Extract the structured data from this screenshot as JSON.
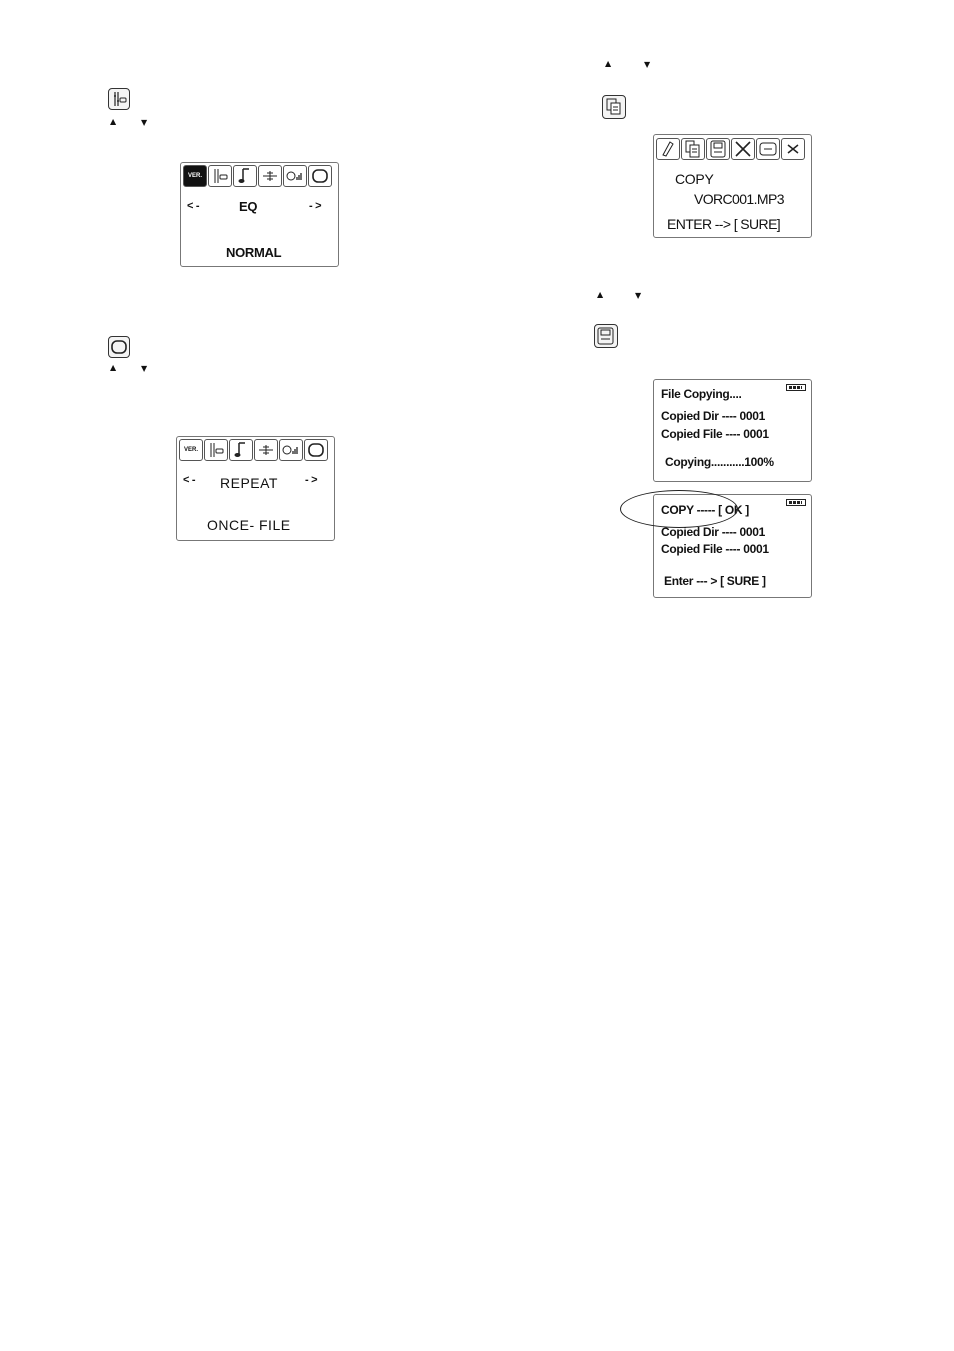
{
  "arrows": {
    "up": "▲",
    "down": "▼"
  },
  "eq_screen": {
    "left_arrow": "< -",
    "label": "EQ",
    "right_arrow": "- >",
    "value": "NORMAL",
    "ver_label": "VER."
  },
  "repeat_screen": {
    "left_arrow": "< -",
    "label": "REPEAT",
    "right_arrow": "- >",
    "value": "ONCE- FILE",
    "ver_label": "VER."
  },
  "copy_screen": {
    "title": "COPY",
    "filename": "VORC001.MP3",
    "enter_line": "ENTER  --> [ SURE]"
  },
  "copying_screen": {
    "line1": "File Copying....",
    "line2": "Copied Dir  ---- 0001",
    "line3": "Copied File ---- 0001",
    "line4": "Copying...........100%"
  },
  "done_screen": {
    "line1": "COPY ----- [ OK ]",
    "line2": "Copied Dir  ---- 0001",
    "line3": "Copied File ---- 0001",
    "line4": "Enter  --- > [  SURE ]"
  },
  "icons": {
    "eq": "equalizer-icon",
    "repeat": "repeat-icon",
    "copy": "copy-icon",
    "save": "save-icon",
    "music": "music-note-icon",
    "vol": "volume-icon",
    "edit": "pencil-icon",
    "delete": "delete-x-icon",
    "menu": "menu-icon",
    "cut": "scissors-icon"
  }
}
